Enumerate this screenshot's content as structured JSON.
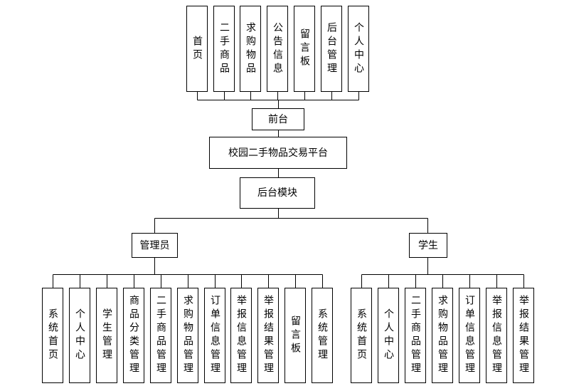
{
  "front_modules": [
    {
      "label": "首页"
    },
    {
      "label": "二手商品"
    },
    {
      "label": "求购物品"
    },
    {
      "label": "公告信息"
    },
    {
      "label": "留言板"
    },
    {
      "label": "后台管理"
    },
    {
      "label": "个人中心"
    }
  ],
  "front": {
    "label": "前台"
  },
  "system": {
    "label": "校园二手物品交易平台"
  },
  "backend": {
    "label": "后台模块"
  },
  "admin": {
    "label": "管理员",
    "children": [
      {
        "label": "系统首页"
      },
      {
        "label": "个人中心"
      },
      {
        "label": "学生管理"
      },
      {
        "label": "商品分类管理"
      },
      {
        "label": "二手商品管理"
      },
      {
        "label": "求购物品管理"
      },
      {
        "label": "订单信息管理"
      },
      {
        "label": "举报信息管理"
      },
      {
        "label": "举报结果管理"
      },
      {
        "label": "留言板"
      },
      {
        "label": "系统管理"
      }
    ]
  },
  "student": {
    "label": "学生",
    "children": [
      {
        "label": "系统首页"
      },
      {
        "label": "个人中心"
      },
      {
        "label": "二手商品管理"
      },
      {
        "label": "求购物品管理"
      },
      {
        "label": "订单信息管理"
      },
      {
        "label": "举报信息管理"
      },
      {
        "label": "举报结果管理"
      }
    ]
  }
}
